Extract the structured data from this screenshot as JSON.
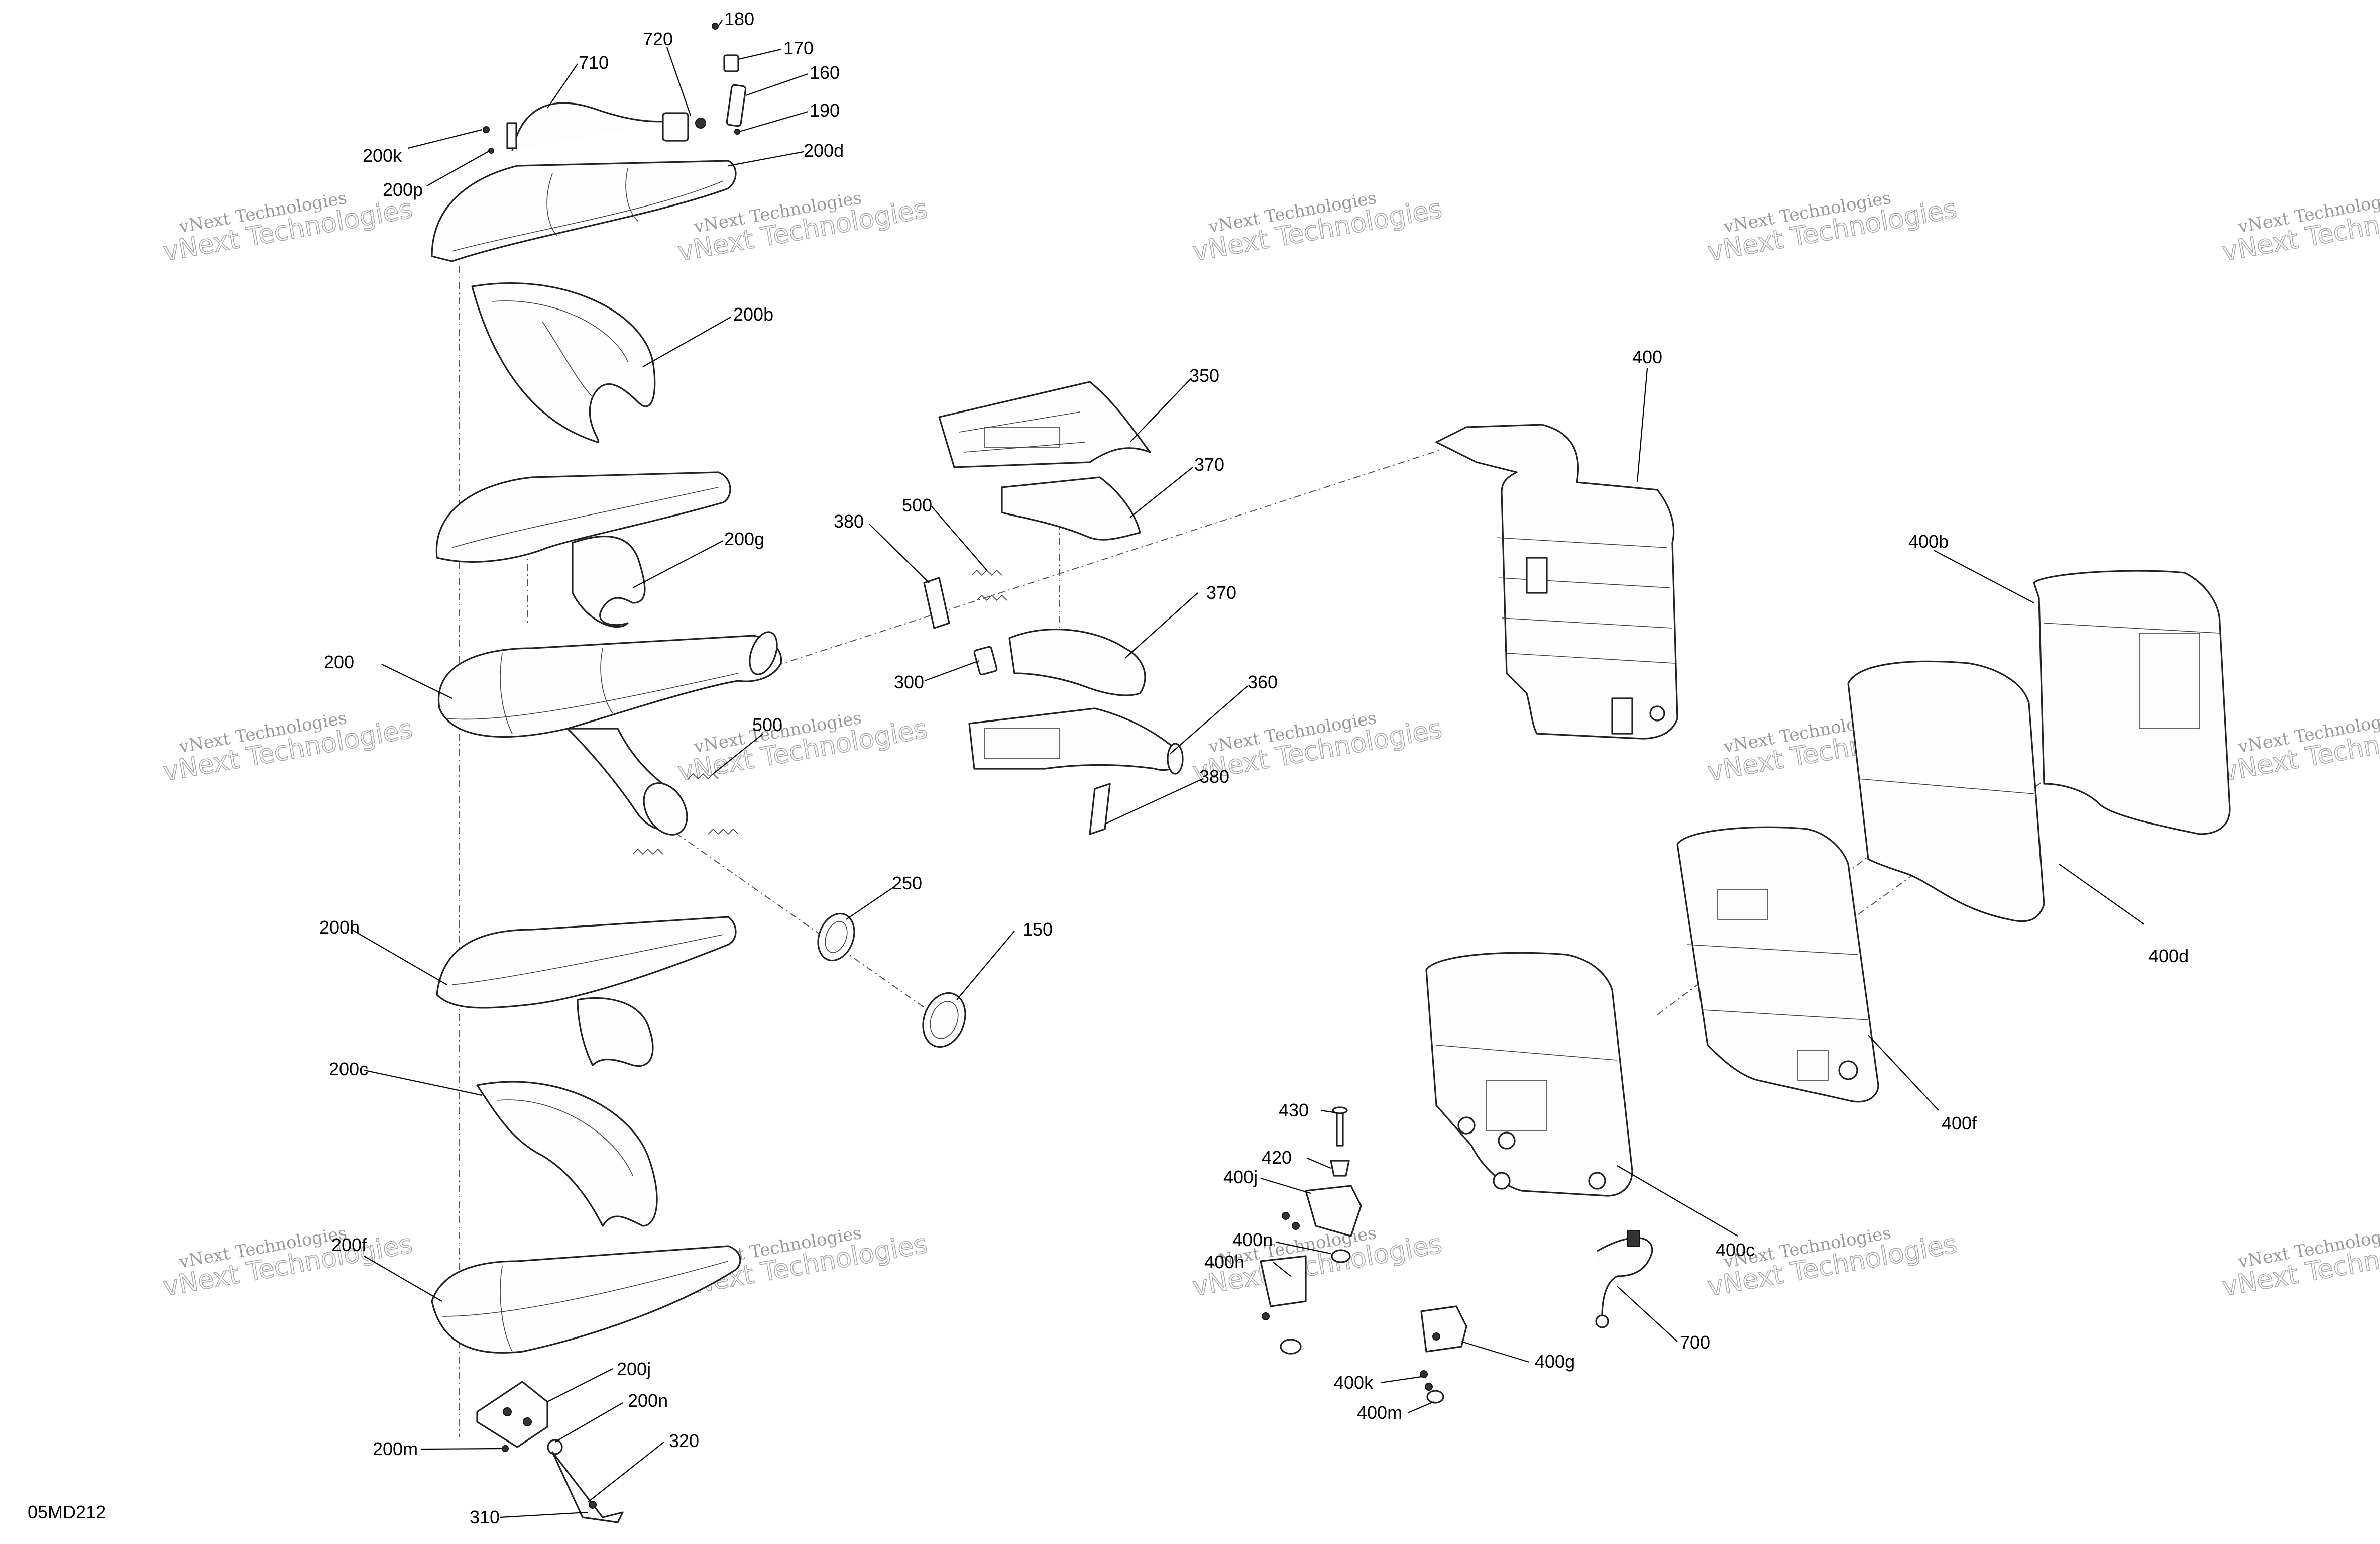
{
  "diagram_code": "05MD212",
  "watermark": {
    "line1": "vNext Technologies",
    "line2": "vNext Technologies"
  },
  "callouts": {
    "c180": "180",
    "c170": "170",
    "c160": "160",
    "c190": "190",
    "c710": "710",
    "c720": "720",
    "c200k": "200k",
    "c200p": "200p",
    "c200d": "200d",
    "c200b": "200b",
    "c200g": "200g",
    "c200": "200",
    "c500a": "500",
    "c500b": "500",
    "c380a": "380",
    "c380b": "380",
    "c350": "350",
    "c370a": "370",
    "c370b": "370",
    "c300": "300",
    "c360": "360",
    "c250": "250",
    "c150": "150",
    "c200h": "200h",
    "c200c": "200c",
    "c200f": "200f",
    "c200j": "200j",
    "c200n": "200n",
    "c200m": "200m",
    "c320": "320",
    "c310": "310",
    "c400": "400",
    "c400b": "400b",
    "c400d": "400d",
    "c400f": "400f",
    "c400c": "400c",
    "c430": "430",
    "c420": "420",
    "c400j": "400j",
    "c400n": "400n",
    "c400h": "400h",
    "c400g": "400g",
    "c400k": "400k",
    "c400m": "400m",
    "c700": "700"
  }
}
